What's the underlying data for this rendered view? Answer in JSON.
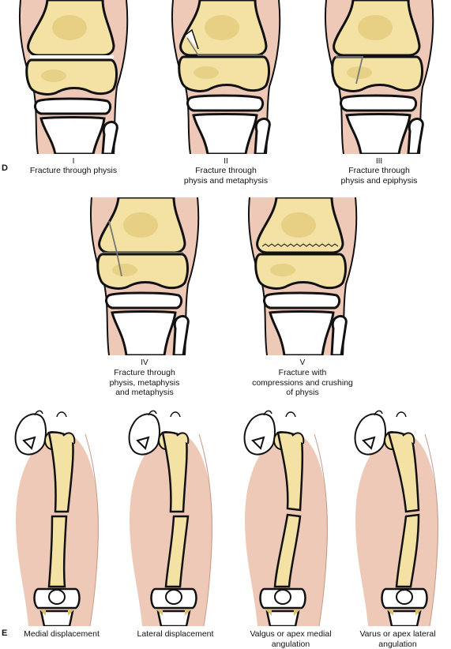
{
  "section_d_label": "D",
  "section_e_label": "E",
  "colors": {
    "skin": "#efc9b8",
    "bone": "#f3e2a4",
    "bone_shade": "#dcc06a",
    "outline": "#111111"
  },
  "knee_panels": [
    {
      "numeral": "I",
      "caption": "Fracture through physis",
      "fracture": "physis-gap"
    },
    {
      "numeral": "II",
      "caption": "Fracture through\nphysis and metaphysis",
      "fracture": "physis-metaphysis"
    },
    {
      "numeral": "III",
      "caption": "Fracture through\nphysis and epiphysis",
      "fracture": "physis-epiphysis"
    },
    {
      "numeral": "IV",
      "caption": "Fracture through\nphysis, metaphysis\nand metaphysis",
      "fracture": "through-all"
    },
    {
      "numeral": "V",
      "caption": "Fracture with\ncompressions and crushing\nof physis",
      "fracture": "crush"
    }
  ],
  "leg_panels": [
    {
      "caption": "Medial displacement",
      "icon": "femur-medial-displacement-icon"
    },
    {
      "caption": "Lateral displacement",
      "icon": "femur-lateral-displacement-icon"
    },
    {
      "caption": "Valgus or apex medial\nangulation",
      "icon": "femur-valgus-angulation-icon"
    },
    {
      "caption": "Varus or apex lateral\nangulation",
      "icon": "femur-varus-angulation-icon"
    }
  ]
}
